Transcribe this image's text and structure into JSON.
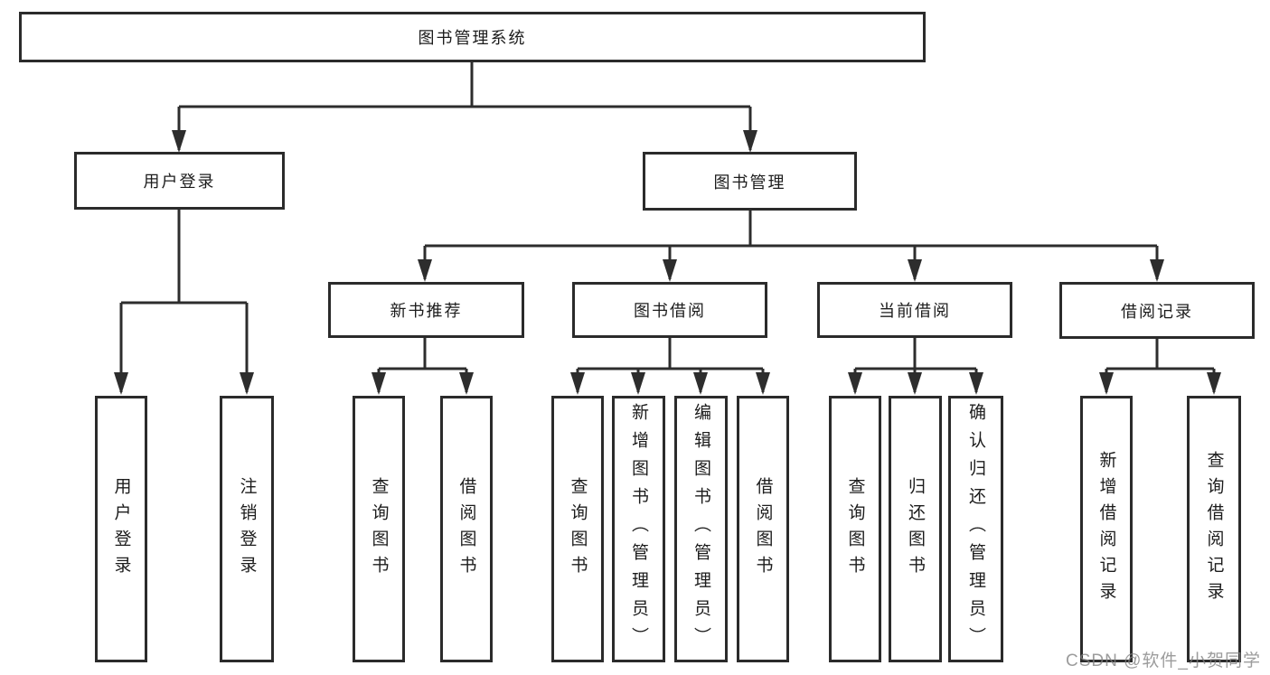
{
  "tree": {
    "root": {
      "label": "图书管理系统"
    },
    "user_login": {
      "label": "用户登录",
      "children": {
        "login": {
          "label": "用户登录"
        },
        "logout": {
          "label": "注销登录"
        }
      }
    },
    "book_mgmt": {
      "label": "图书管理",
      "children": {
        "new_books": {
          "label": "新书推荐",
          "children": {
            "query": {
              "label": "查询图书"
            },
            "borrow": {
              "label": "借阅图书"
            }
          }
        },
        "borrowing": {
          "label": "图书借阅",
          "children": {
            "query": {
              "label": "查询图书"
            },
            "add": {
              "label": "新增图书（管理员）"
            },
            "edit": {
              "label": "编辑图书（管理员）"
            },
            "borrow": {
              "label": "借阅图书"
            }
          }
        },
        "current": {
          "label": "当前借阅",
          "children": {
            "query": {
              "label": "查询图书"
            },
            "return": {
              "label": "归还图书"
            },
            "confirm": {
              "label": "确认归还（管理员）"
            }
          }
        },
        "records": {
          "label": "借阅记录",
          "children": {
            "add": {
              "label": "新增借阅记录"
            },
            "query": {
              "label": "查询借阅记录"
            }
          }
        }
      }
    }
  },
  "colors": {
    "line": "#2d2d2d",
    "border": "#2b2b2b",
    "text": "#1c1c1c",
    "watermark": "#808080"
  },
  "watermark": "CSDN @软件_小贺同学"
}
